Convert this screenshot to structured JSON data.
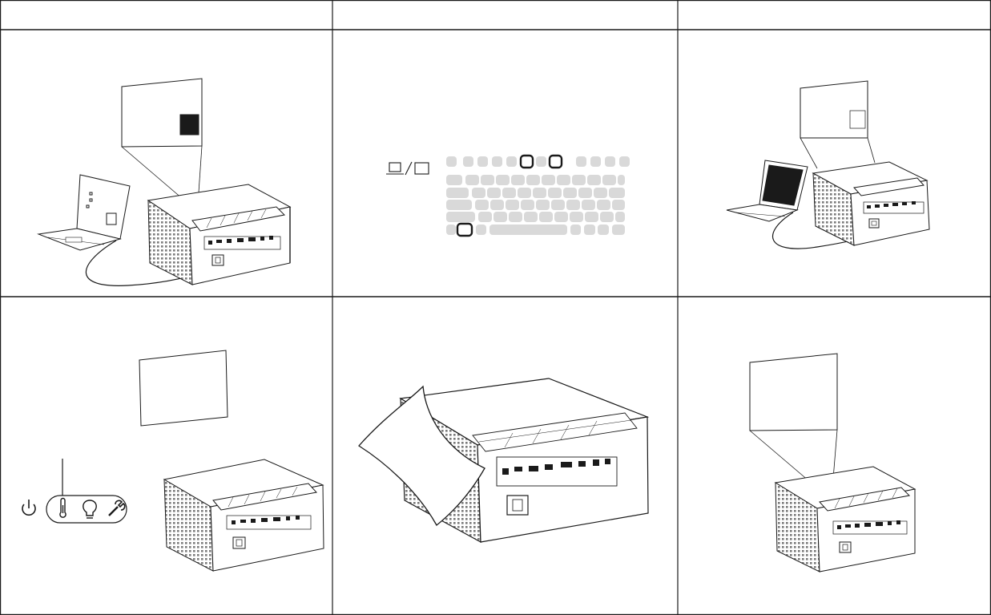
{
  "table": {
    "columns": 3,
    "header_cells": [
      "",
      "",
      ""
    ],
    "rows": [
      {
        "cells": [
          {
            "id": "laptop-screen-partial",
            "illustration": "projector-connected-to-laptop-with-icons-on-laptop-screen-and-small-black-square-projected"
          },
          {
            "id": "keyboard-fn-key",
            "illustration": "keyboard-with-highlighted-function-keys-and-monitor-toggle-icon"
          },
          {
            "id": "laptop-screen-dark",
            "illustration": "projector-connected-to-laptop-with-dark-screen-and-blank-projection"
          }
        ]
      },
      {
        "cells": [
          {
            "id": "temperature-light",
            "illustration": "status-panel-with-temperature-indicator-and-projector-with-blank-projection"
          },
          {
            "id": "blocked-vents",
            "illustration": "projector-with-paper-blocking-the-air-vents"
          },
          {
            "id": "blank-projection",
            "illustration": "projector-projecting-blank-screen"
          }
        ]
      }
    ]
  },
  "icons": [
    "power-icon",
    "thermometer-icon",
    "lamp-icon",
    "wrench-icon",
    "laptop-icon",
    "monitor-icon"
  ],
  "colors": {
    "line": "#1a1a1a",
    "key_fill": "#d9d9d9",
    "key_highlight": "#ffffff",
    "screen_dark": "#1a1a1a"
  }
}
